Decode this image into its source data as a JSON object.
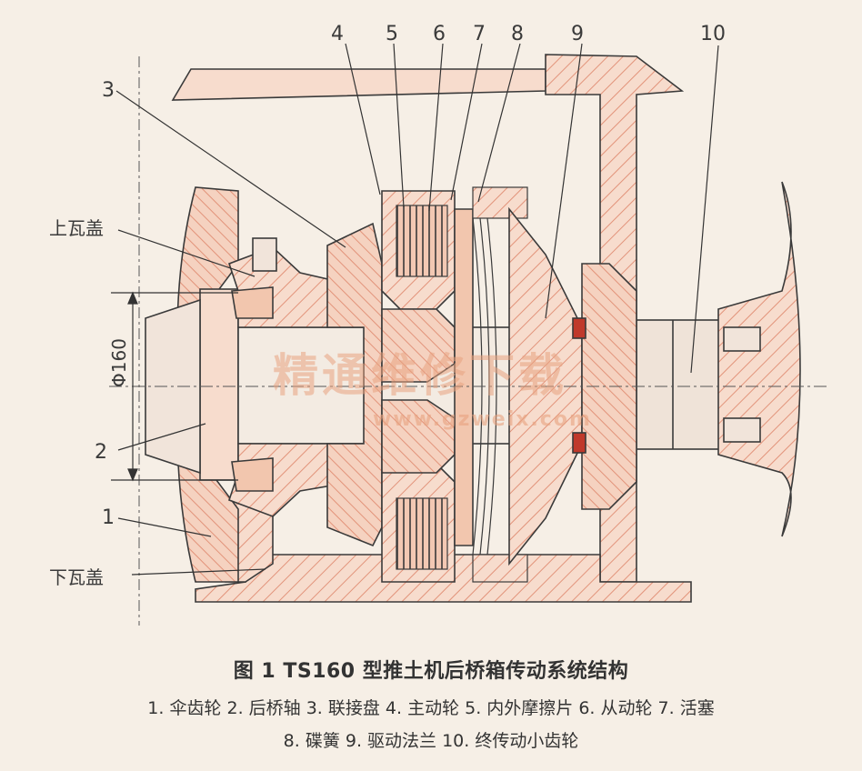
{
  "diagram": {
    "dimension_label": "Φ160",
    "callouts": {
      "n1": "1",
      "n2": "2",
      "n3": "3",
      "n4": "4",
      "n5": "5",
      "n6": "6",
      "n7": "7",
      "n8": "8",
      "n9": "9",
      "n10": "10",
      "upper_cover": "上瓦盖",
      "lower_cover": "下瓦盖"
    },
    "watermark": {
      "main": "精通维修下载",
      "url": "www.gzweix.com"
    },
    "colors": {
      "hatch": "#e2937a",
      "fill": "#f3c8b3",
      "outline": "#3a3a3a",
      "seal": "#c0392b",
      "background": "#f6efe6"
    }
  },
  "caption": {
    "title": "图 1   TS160 型推土机后桥箱传动系统结构",
    "line1": "1. 伞齿轮  2. 后桥轴  3. 联接盘  4. 主动轮  5. 内外摩擦片  6. 从动轮  7. 活塞",
    "line2": "8. 碟簧  9. 驱动法兰  10. 终传动小齿轮"
  }
}
